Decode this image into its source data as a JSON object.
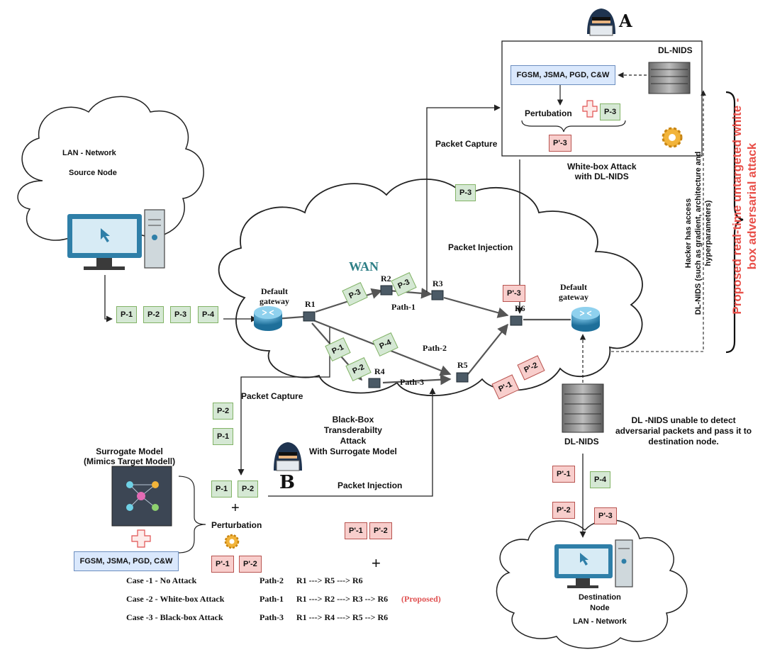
{
  "attackers": {
    "a_label": "A",
    "b_label": "B"
  },
  "whitebox": {
    "dlnids": "DL-NIDS",
    "algorithms": "FGSM, JSMA, PGD, C&W",
    "perturbation": "Pertubation",
    "packet_in": "P-3",
    "packet_out": "P'-3",
    "caption_line1": "White-box Attack",
    "caption_line2": "with DL-NIDS"
  },
  "source": {
    "line1": "LAN - Network",
    "line2": "Source Node"
  },
  "outgoing_packets": [
    "P-1",
    "P-2",
    "P-3",
    "P-4"
  ],
  "wan": {
    "title": "WAN",
    "gateway_left_1": "Default",
    "gateway_left_2": "gateway",
    "gateway_right_1": "Default",
    "gateway_right_2": "gateway",
    "routers": [
      "R1",
      "R2",
      "R3",
      "R4",
      "R5",
      "R6"
    ],
    "paths": [
      "Path-1",
      "Path-2",
      "Path-3"
    ],
    "packets": [
      "P-3",
      "P-3",
      "P-4",
      "P-1",
      "P-2",
      "P'-3",
      "P'-1",
      "P'-2"
    ]
  },
  "flows": {
    "capture_top": "Packet  Capture",
    "capture_top_pkt": "P-3",
    "injection_top": "Packet Injection",
    "capture_bottom": "Packet  Capture",
    "capture_bottom_pkts": [
      "P-2",
      "P-1"
    ],
    "injection_bottom": "Packet Injection",
    "injection_bottom_pkts": [
      "P'-1",
      "P'-2"
    ]
  },
  "blackbox": {
    "caption": [
      "Black-Box",
      "Transderabilty",
      "Attack",
      "With Surrogate Model"
    ],
    "surrogate_1": "Surrogate Model",
    "surrogate_2": "(Mimics Target Modell)",
    "algorithms": "FGSM, JSMA, PGD, C&W",
    "pkts_in": [
      "P-1",
      "P-2"
    ],
    "plus": "+",
    "perturbation": "Perturbation",
    "pkts_out": [
      "P'-1",
      "P'-2"
    ]
  },
  "bottom_nids": {
    "label": "DL-NIDS",
    "note": [
      "DL -NIDS unable to detect",
      "adversarial packets and pass it to",
      "destination node."
    ]
  },
  "destination": {
    "line1": "Destination",
    "line2": "Node",
    "line3": "LAN - Network",
    "packets": [
      "P'-1",
      "P-4",
      "P'-2",
      "P'-3"
    ]
  },
  "hacker_note": [
    "Hacker has access",
    "DL-NIDS (such as gradient, architecture and",
    "hyperparameters)"
  ],
  "proposed_title": [
    "Proposed real-time untargeted white -",
    "box adversarial attack"
  ],
  "stray_plus": "+",
  "cases": [
    {
      "name": "Case -1 - No Attack",
      "path": "Path-2",
      "route": "R1 ---> R5 ---> R6",
      "tag": ""
    },
    {
      "name": "Case -2 - White-box Attack",
      "path": "Path-1",
      "route": "R1 ---> R2 ---> R3 --> R6",
      "tag": "(Proposed)"
    },
    {
      "name": "Case -3 - Black-box  Attack",
      "path": "Path-3",
      "route": "R1 ---> R4 ---> R5 --> R6",
      "tag": ""
    }
  ]
}
